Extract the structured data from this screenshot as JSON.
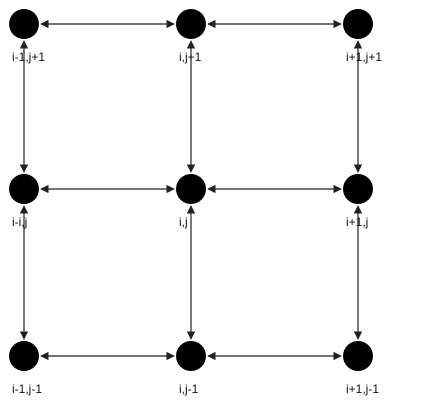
{
  "diagram": {
    "node_color": "#000000",
    "edge_color": "#222222",
    "label_color": "#111111",
    "edge_style": "bidirectional-arrow",
    "nodes": [
      {
        "id": "n00",
        "label": "i-1,j+1"
      },
      {
        "id": "n10",
        "label": "i,j+1"
      },
      {
        "id": "n20",
        "label": "i+1,j+1"
      },
      {
        "id": "n01",
        "label": "i-i,j"
      },
      {
        "id": "n11",
        "label": "i,j"
      },
      {
        "id": "n21",
        "label": "i+1,j"
      },
      {
        "id": "n02",
        "label": "i-1,j-1"
      },
      {
        "id": "n12",
        "label": "i,j-1"
      },
      {
        "id": "n22",
        "label": "i+1,j-1"
      }
    ],
    "edges": [
      {
        "from": "n00",
        "to": "n10"
      },
      {
        "from": "n10",
        "to": "n20"
      },
      {
        "from": "n01",
        "to": "n11"
      },
      {
        "from": "n11",
        "to": "n21"
      },
      {
        "from": "n02",
        "to": "n12"
      },
      {
        "from": "n12",
        "to": "n22"
      },
      {
        "from": "n00",
        "to": "n01"
      },
      {
        "from": "n01",
        "to": "n02"
      },
      {
        "from": "n10",
        "to": "n11"
      },
      {
        "from": "n11",
        "to": "n12"
      },
      {
        "from": "n20",
        "to": "n21"
      },
      {
        "from": "n21",
        "to": "n22"
      }
    ]
  }
}
